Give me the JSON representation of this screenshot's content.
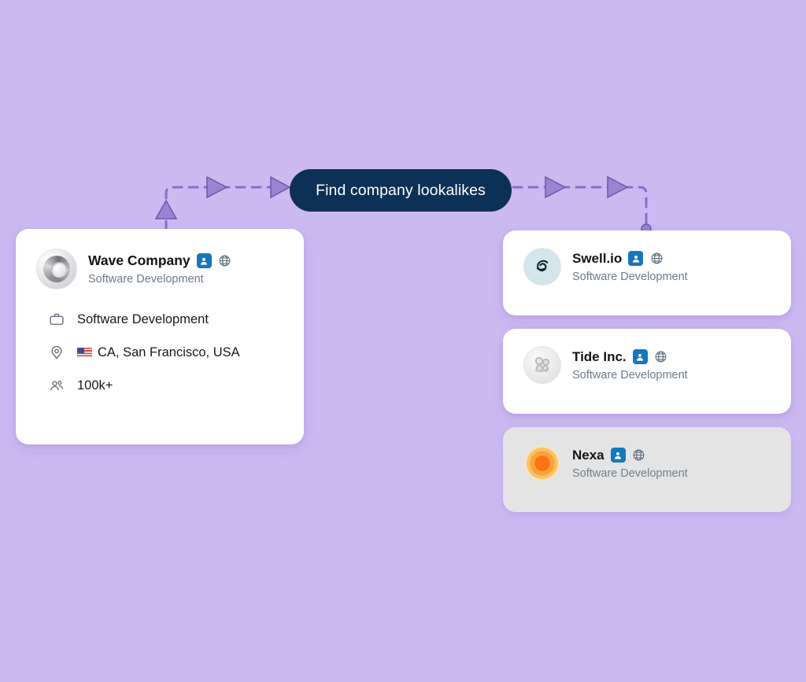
{
  "background_color": "#cdb9f2",
  "action_pill": {
    "label": "Find company lookalikes",
    "color": "#0d3156",
    "text_color": "#ffffff"
  },
  "source_card": {
    "name": "Wave Company",
    "subtitle": "Software Development",
    "avatar_icon": "wave-spiral-logo",
    "badges": [
      {
        "icon": "linkedin-person-badge-icon",
        "color": "#1577bd"
      },
      {
        "icon": "globe-icon",
        "color": "#6b7280"
      }
    ],
    "details": [
      {
        "icon": "briefcase-icon",
        "text": "Software Development"
      },
      {
        "icon": "location-pin-icon",
        "flag": "us-flag-icon",
        "text": "CA, San Francisco, USA"
      },
      {
        "icon": "people-group-icon",
        "text": "100k+"
      }
    ]
  },
  "lookalike_cards": [
    {
      "name": "Swell.io",
      "subtitle": "Software Development",
      "avatar_icon": "swell-swirl-logo",
      "state": "default",
      "background": "#ffffff"
    },
    {
      "name": "Tide Inc.",
      "subtitle": "Software Development",
      "avatar_icon": "tide-floral-logo",
      "state": "default",
      "background": "#ffffff"
    },
    {
      "name": "Nexa",
      "subtitle": "Software Development",
      "avatar_icon": "nexa-concentric-logo",
      "state": "dimmed",
      "background": "#e4e4e4"
    }
  ],
  "connectors": {
    "color": "#8a6fc4",
    "style": "dashed",
    "left_arrow_head": "triangle-up",
    "right_arrow_head": "dot"
  }
}
